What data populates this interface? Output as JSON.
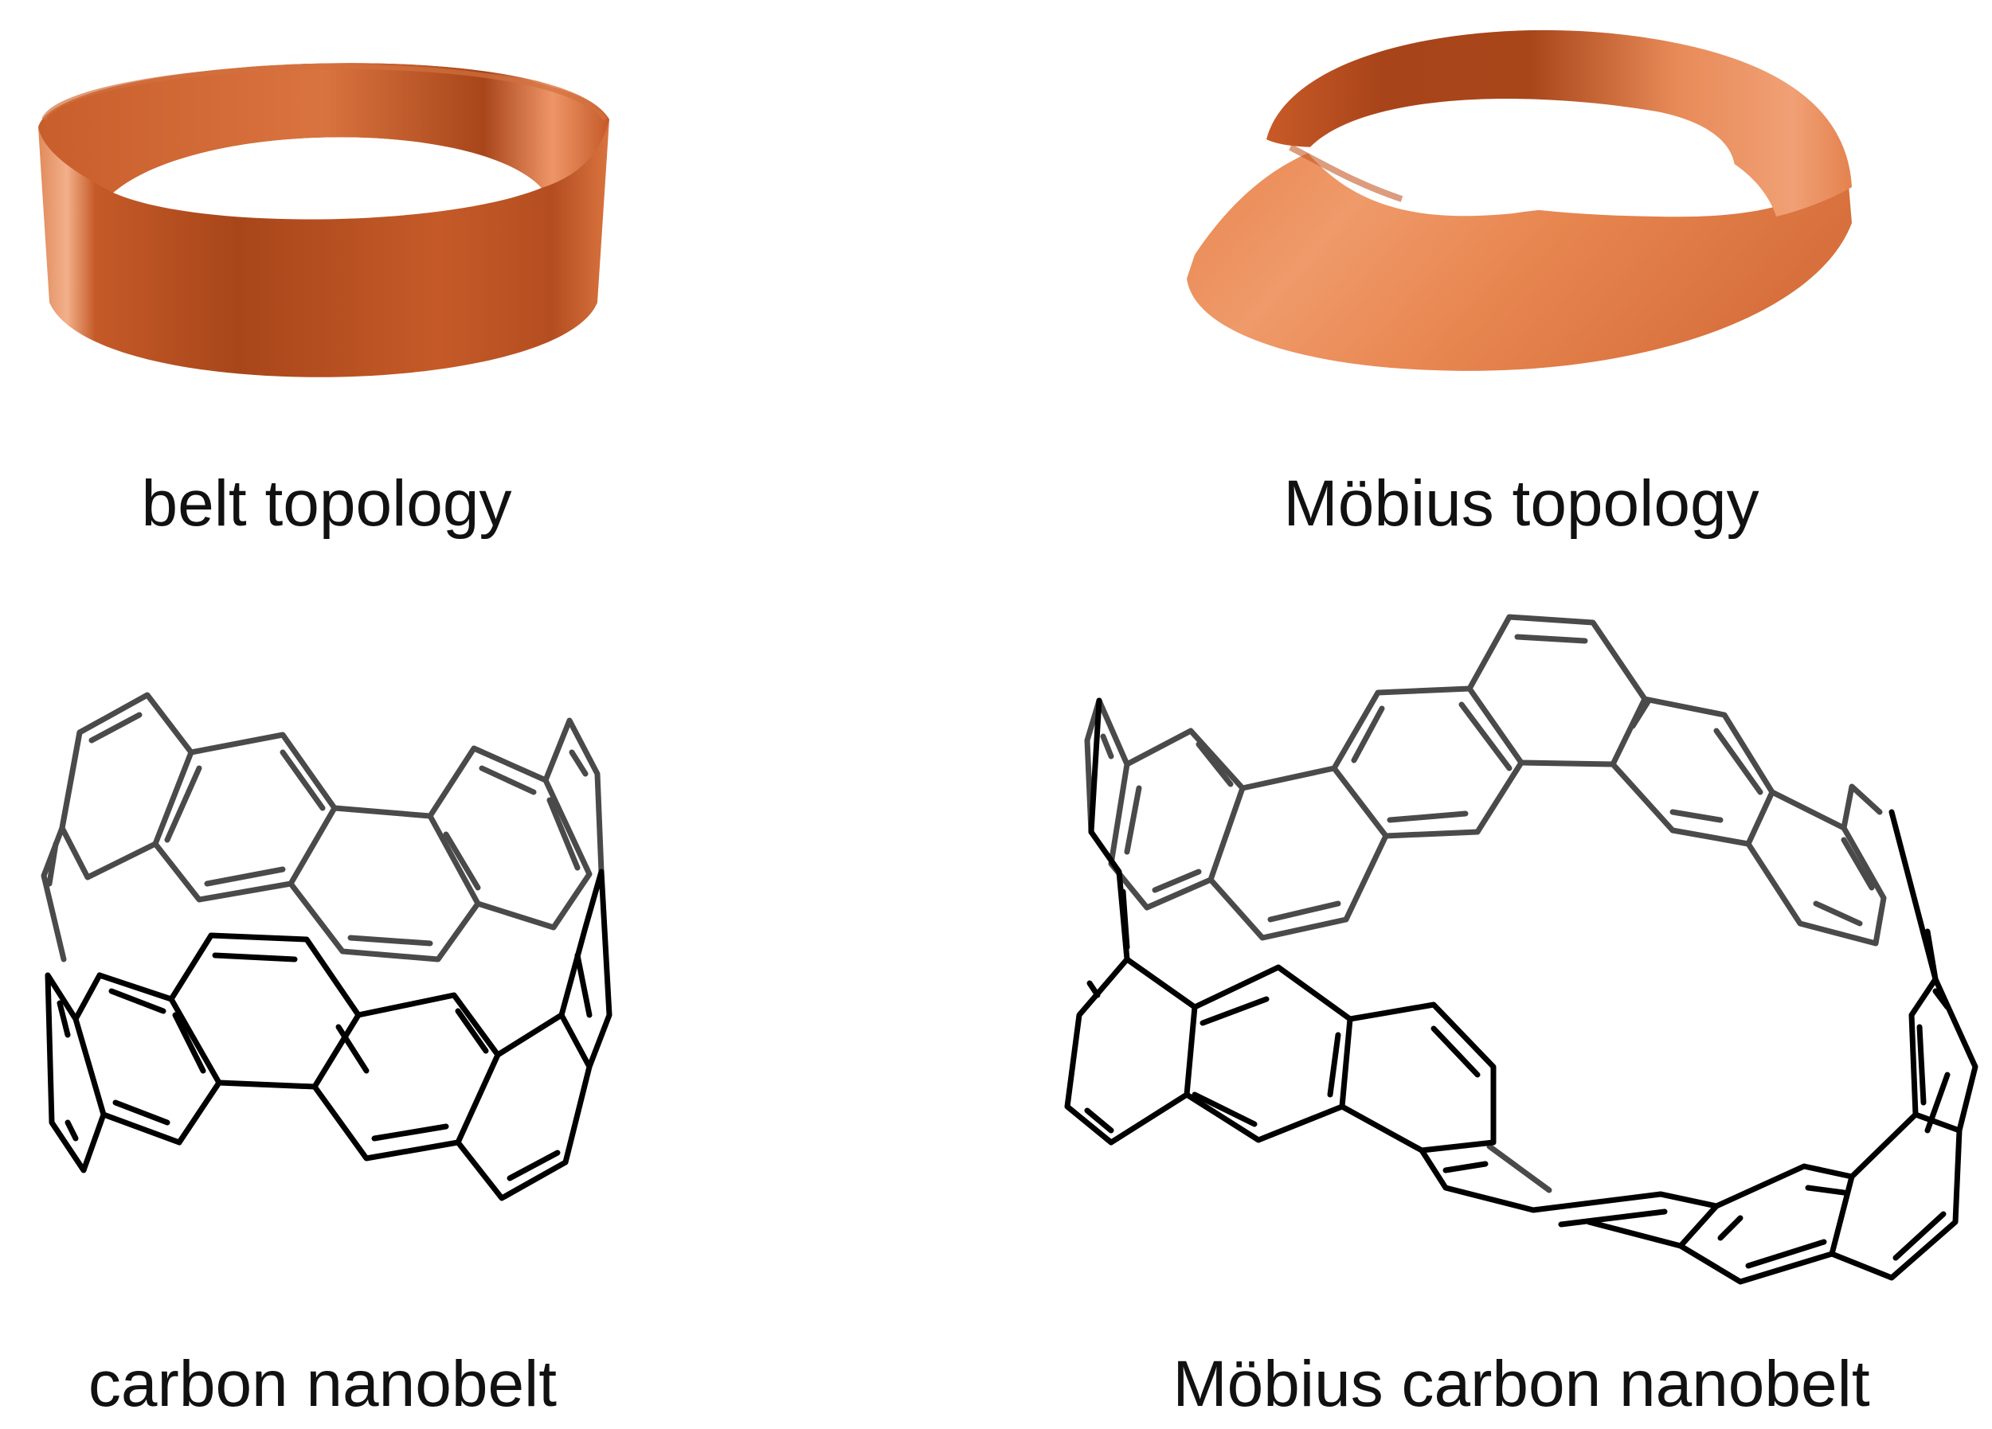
{
  "captions": {
    "belt_topology": "belt topology",
    "mobius_topology": "Möbius topology",
    "carbon_nanobelt": "carbon nanobelt",
    "mobius_carbon_nanobelt": "Möbius carbon nanobelt"
  },
  "colors": {
    "ribbon_dark": "#a8461a",
    "ribbon_mid": "#c55a28",
    "ribbon_light": "#ee9568",
    "bond_front": "#000000",
    "bond_back": "#4a4a4a",
    "background": "#ffffff"
  }
}
